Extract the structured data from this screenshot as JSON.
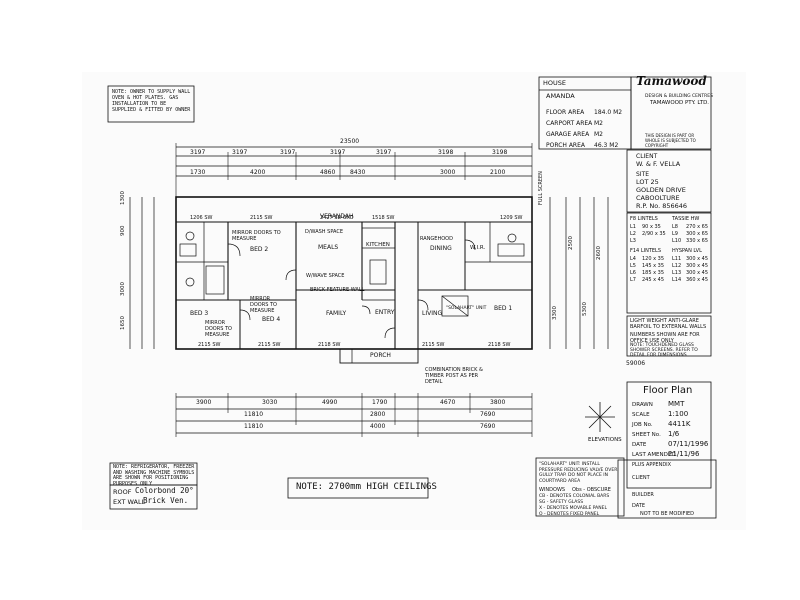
{
  "notes": {
    "supply": "NOTE: OWNER TO SUPPLY WALL OVEN & HOT PLATES. GAS INSTALLATION TO BE SUPPLIED & FITTED BY OWNER",
    "appliances": "NOTE: REFRIGERATOR, FREEZER AND WASHING MACHINE SYMBOLS ARE SHOWN FOR POSITIONING PURPOSES ONLY",
    "ceilings": "NOTE: 2700mm HIGH CEILINGS",
    "solahart": "\"SOLAHART\" UNIT: INSTALL PRESSURE REDUCING VALVE OVER GULLY TRAP. DO NOT PLACE IN COURTYARD AREA",
    "combination": "COMBINATION BRICK & TIMBER POST AS PER DETAIL",
    "touched_glass": "NOTE: TOUCHDENED GLASS SHOWER SCREENS. REFER TO DETAIL FOR DIMENSIONS"
  },
  "house": {
    "label": "HOUSE",
    "name": "AMANDA",
    "areas": [
      {
        "label": "FLOOR AREA",
        "value": "184.0 M2"
      },
      {
        "label": "CARPORT AREA",
        "value": "M2"
      },
      {
        "label": "GARAGE AREA",
        "value": "M2"
      },
      {
        "label": "PORCH AREA",
        "value": "46.3 M2"
      }
    ]
  },
  "company": {
    "logo": "Tamawood",
    "tagline": "DESIGN & BUILDING CENTRES",
    "name": "TAMAWOOD PTY. LTD.",
    "copyright": "THIS DESIGN IS PART OR WHOLE IS SUBJECTED TO COPYRIGHT"
  },
  "client": {
    "label": "CLIENT",
    "name": "W. & F. VELLA",
    "site_label": "SITE",
    "site_lines": [
      "LOT 25",
      "GOLDEN DRIVE",
      "CABOOLTURE",
      "R.P. No. 856646"
    ]
  },
  "lintels": {
    "fb_title": "F8 LINTELS",
    "fb_rows": [
      [
        "L1",
        "90 x 35"
      ],
      [
        "L2",
        "2/90 x 35"
      ],
      [
        "L3",
        ""
      ]
    ],
    "f14_title": "F14 LINTELS",
    "f14_rows": [
      [
        "L4",
        "120 x 35"
      ],
      [
        "L5",
        "145 x 35"
      ],
      [
        "L6",
        "185 x 35"
      ],
      [
        "L7",
        "245 x 45"
      ]
    ],
    "hw_title": "TASSIE HW",
    "hw_rows": [
      [
        "L8",
        "270 x 65"
      ],
      [
        "L9",
        "300 x 65"
      ],
      [
        "L10",
        "330 x 65"
      ]
    ],
    "hysp_title": "HYSPAN LVL",
    "hysp_rows": [
      [
        "L11",
        "300 x 45"
      ],
      [
        "L12",
        "300 x 45"
      ],
      [
        "L13",
        "300 x 45"
      ],
      [
        "L14",
        "360 x 45"
      ]
    ],
    "light_weight": "LIGHT WEIGHT ANTI-GLARE BARFOIL TO EXTERNAL WALLS",
    "numbers_shown": "NUMBERS SHOWN ARE FOR OFFICE USE ONLY"
  },
  "title_block": {
    "title": "Floor Plan",
    "drawn_label": "DRAWN",
    "drawn": "MMT",
    "scale_label": "SCALE",
    "scale": "1:100",
    "job_label": "JOB No.",
    "job": "4411K",
    "sheet_label": "SHEET No.",
    "sheet": "1/6",
    "date_label": "DATE",
    "date": "07/11/1996",
    "amended_label": "LAST AMENDED",
    "amended": "21/11/96",
    "appendix": "PLUS APPENDIX"
  },
  "signatures": {
    "client": "CLIENT",
    "builder": "BUILDER",
    "date": "DATE",
    "footer": "NOT TO BE MODIFIED"
  },
  "elevations_label": "ELEVATIONS",
  "roof": {
    "label": "ROOF",
    "value": "Colorbond 20°"
  },
  "ext_wall": {
    "label": "EXT WALL",
    "value": "Brick Ven."
  },
  "legend": {
    "title": "WINDOWS",
    "title2": "Obs - OBSCURE",
    "rows": [
      "CB - DENOTES COLONIAL BARS",
      "SG - SAFETY GLASS",
      "X - DENOTES MOVABLE PANEL",
      "O - DENOTES FIXED PANEL"
    ]
  },
  "rooms": {
    "verandah": "VERANDAH",
    "meals": "MEALS",
    "kitchen": "KITCHEN",
    "dining": "DINING",
    "bed2": "BED 2",
    "bed3": "BED 3",
    "bed4": "BED 4",
    "bed1": "BED 1",
    "family": "FAMILY",
    "living": "LIVING",
    "entry": "ENTRY",
    "porch": "PORCH",
    "wir": "W.I.R.",
    "dwash": "D/WASH SPACE",
    "wwave": "W/WAVE SPACE",
    "rangehood": "RANGEHOOD",
    "solahart": "\"SOLAHART\" UNIT",
    "brick_feature": "BRICK FEATURE WALL",
    "mirror1": "MIRROR DOORS TO MEASURE",
    "mirror2": "MIRROR DOORS TO MEASURE",
    "mirror3": "MIRROR DOORS TO MEASURE",
    "full_screen": "FULL SCREEN"
  },
  "dimensions": {
    "overall": "23500",
    "top_row": [
      "3197",
      "3197",
      "3197",
      "3197",
      "3197",
      "3198",
      "3198"
    ],
    "top_row2": [
      "1730",
      "4200",
      "4860",
      "8430",
      "3000",
      "2100"
    ],
    "bottom_row": [
      "3900",
      "3030",
      "4990",
      "1790",
      "4670",
      "3800"
    ],
    "bottom_row2": [
      "11810",
      "2800",
      "7690"
    ],
    "bottom_row3": [
      "11810",
      "4000",
      "7690"
    ],
    "windows_top": [
      "1206 SW",
      "2115 SW",
      "2427 SD OXO",
      "1518 SW",
      "1209 SW"
    ],
    "windows_bottom": [
      "2115 SW",
      "2115 SW",
      "2118 SW",
      "2115 SW",
      "2118 SW"
    ],
    "left_side": [
      "1300",
      "900",
      "3000",
      "1650"
    ],
    "right_side": [
      "3300",
      "2500",
      "5300",
      "2600"
    ],
    "drawing_no": "59006"
  }
}
